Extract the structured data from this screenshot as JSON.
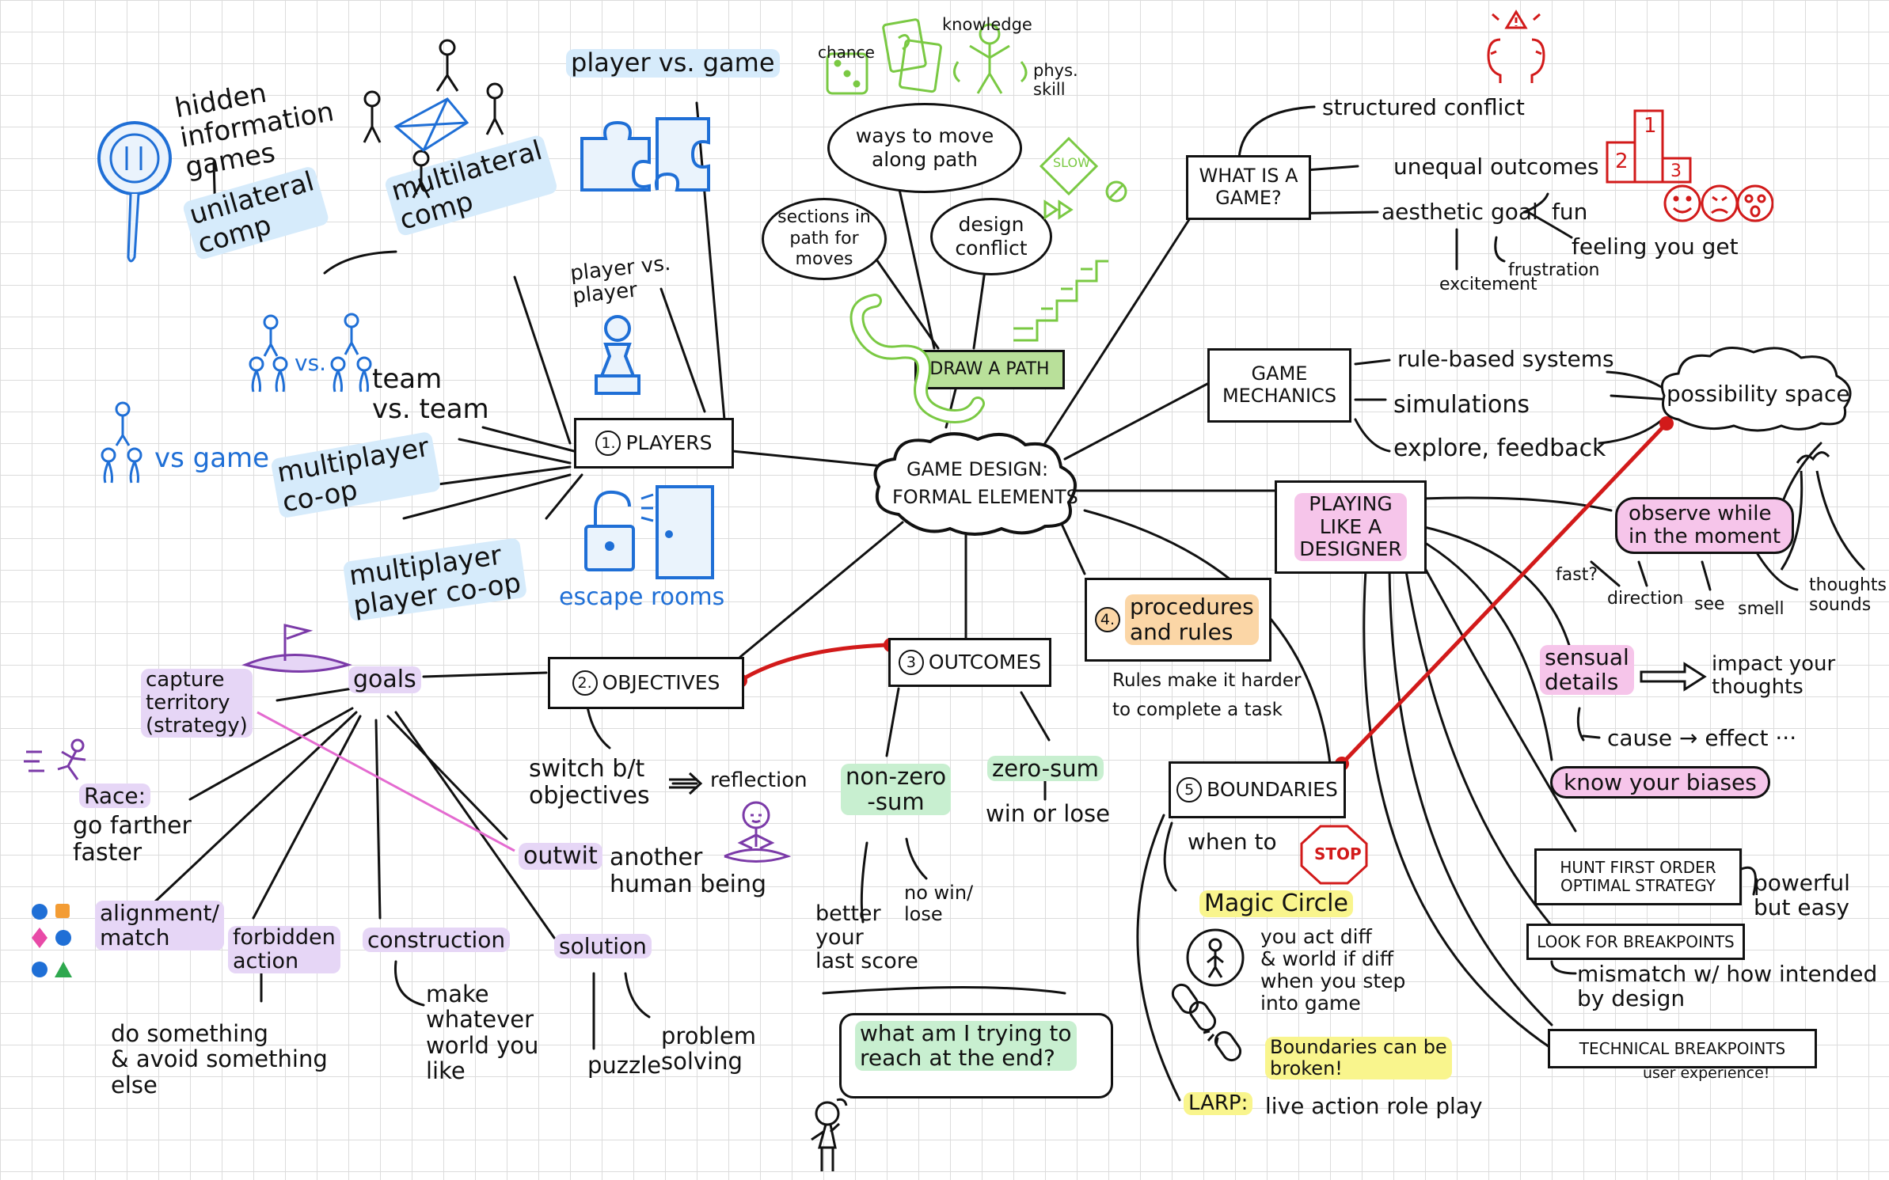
{
  "center": {
    "title_line1": "GAME DESIGN:",
    "title_line2": "FORMAL ELEMENTS"
  },
  "players": {
    "number": "1.",
    "label": "PLAYERS",
    "hidden_info": "hidden\ninformation\ngames",
    "unilateral": "unilateral\ncomp",
    "multilateral": "multilateral\ncomp",
    "player_vs_game": "player vs. game",
    "player_vs_player": "player vs.\nplayer",
    "vs_label": "vs.",
    "team_vs_team": "team\nvs. team",
    "vs_game": "vs game",
    "multiplayer_coop": "multiplayer\nco-op",
    "multiplayer_player_coop": "multiplayer\nplayer co-op",
    "escape_rooms": "escape rooms"
  },
  "draw_path": {
    "label": "DRAW A PATH",
    "ways_to_move": "ways to move\nalong path",
    "sections": "sections in\npath for\nmoves",
    "design_conflict": "design\nconflict",
    "chance": "chance",
    "knowledge": "knowledge",
    "phys_skill": "phys.\nskill",
    "slow": "SLOW"
  },
  "what_is_game": {
    "label": "WHAT IS A\nGAME?",
    "structured_conflict": "structured conflict",
    "unequal_outcomes": "unequal outcomes",
    "aesthetic_goal": "aesthetic goal",
    "fun": "fun",
    "feeling": "feeling you get",
    "excitement": "excitement",
    "frustration": "frustration",
    "podium": [
      "1",
      "2",
      "3"
    ]
  },
  "mechanics": {
    "label": "GAME\nMECHANICS",
    "rule_based": "rule-based systems",
    "simulations": "simulations",
    "explore": "explore, feedback",
    "possibility_space": "possibility space"
  },
  "designer": {
    "label": "PLAYING\nLIKE A\nDESIGNER",
    "observe": "observe while\nin the moment",
    "fast": "fast?",
    "direction": "direction",
    "see": "see",
    "smell": "smell",
    "thoughts": "thoughts\nsounds",
    "sensual": "sensual\ndetails",
    "impact": "impact your\nthoughts",
    "cause": "cause → effect ···",
    "biases": "know your biases",
    "hunt": "HUNT FIRST ORDER\nOPTIMAL STRATEGY",
    "powerful": "powerful\nbut easy",
    "breakpoints": "LOOK FOR BREAKPOINTS",
    "mismatch": "mismatch w/ how intended\nby design",
    "technical": "TECHNICAL BREAKPOINTS",
    "user_exp": "user experience!"
  },
  "objectives": {
    "number": "2.",
    "label": "OBJECTIVES",
    "goals": "goals",
    "capture": "capture\nterritory\n(strategy)",
    "race": "Race:",
    "go_farther": "go farther\nfaster",
    "alignment": "alignment/\nmatch",
    "forbidden": "forbidden\naction",
    "do_something": "do something\n& avoid something\nelse",
    "construction": "construction",
    "make_whatever": "make\nwhatever\nworld you\nlike",
    "solution": "solution",
    "puzzle": "puzzle",
    "problem_solving": "problem\nsolving",
    "outwit_1": "outwit",
    "outwit_2": "another\nhuman being",
    "switch": "switch b/t\nobjectives",
    "reflection": "reflection"
  },
  "outcomes": {
    "number": "3",
    "label": "OUTCOMES",
    "non_zero": "non-zero\n-sum",
    "zero_sum": "zero-sum",
    "win_lose": "win or lose",
    "better_score": "better\nyour\nlast score",
    "no_win": "no win/\nlose",
    "question": "what am I trying to\nreach at the end?"
  },
  "procedures": {
    "number": "4.",
    "label": "procedures\nand rules",
    "note": "Rules make it harder\nto complete a task"
  },
  "boundaries": {
    "number": "5",
    "label": "BOUNDARIES",
    "when_to": "when to",
    "stop": "STOP",
    "magic_circle": "Magic Circle",
    "you_act": "you act diff\n& world if diff\nwhen you step\ninto game",
    "can_be_broken": "Boundaries can be\nbroken!",
    "larp": "LARP:",
    "larp_def": "live action role play"
  },
  "colors": {
    "blue": "#1f6fd6",
    "green": "#7ac943",
    "red": "#d21a1a",
    "pink": "#f6c5ea",
    "purple": "#e6d6f6"
  }
}
